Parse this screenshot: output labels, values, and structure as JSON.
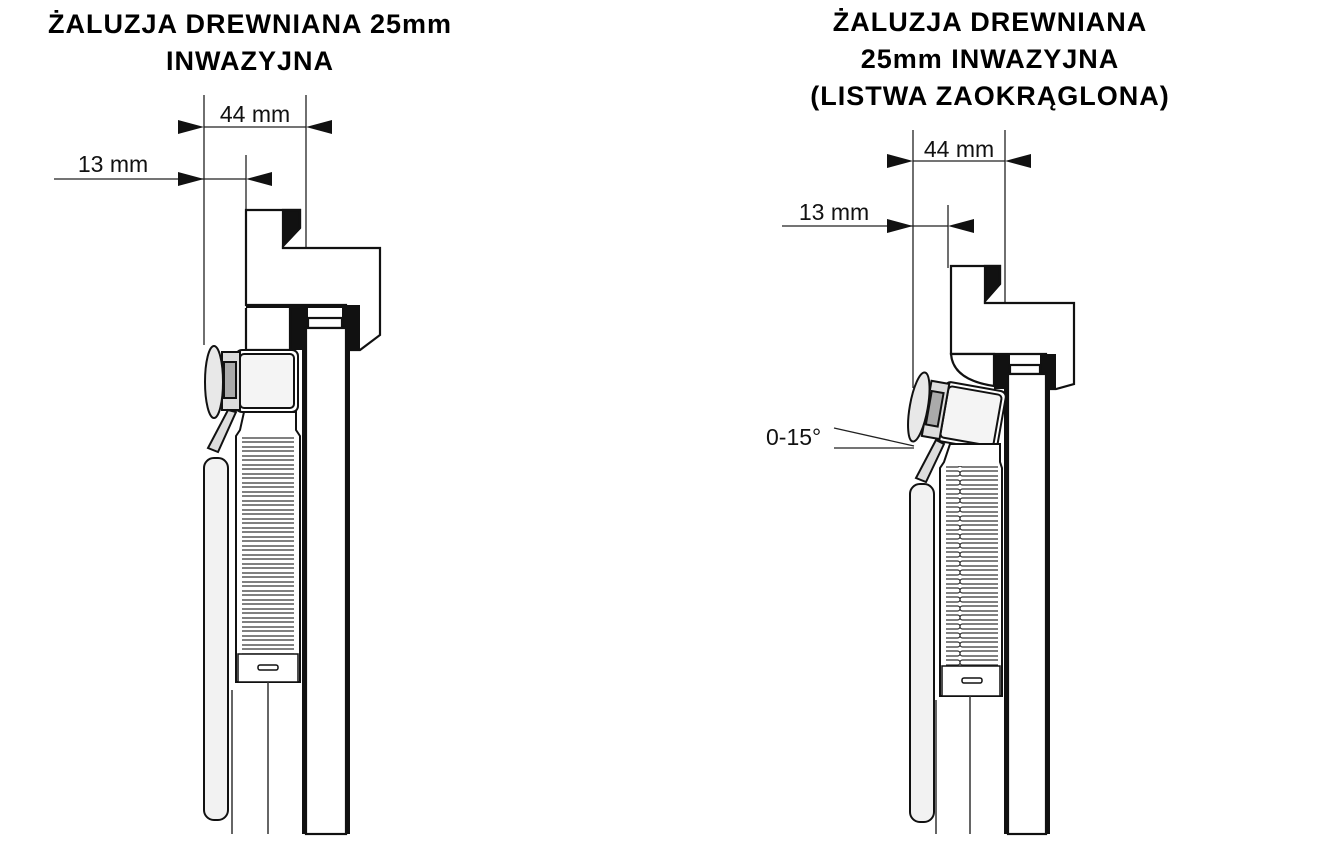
{
  "left_diagram": {
    "title_lines": [
      "ŻALUZJA DREWNIANA 25mm",
      "INWAZYJNA"
    ],
    "dim_outer": "44 mm",
    "dim_inner": "13 mm"
  },
  "right_diagram": {
    "title_lines": [
      "ŻALUZJA DREWNIANA",
      "25mm INWAZYJNA",
      "(LISTWA ZAOKRĄGLONA)"
    ],
    "dim_outer": "44 mm",
    "dim_inner": "13 mm",
    "tilt_label": "0-15°"
  }
}
